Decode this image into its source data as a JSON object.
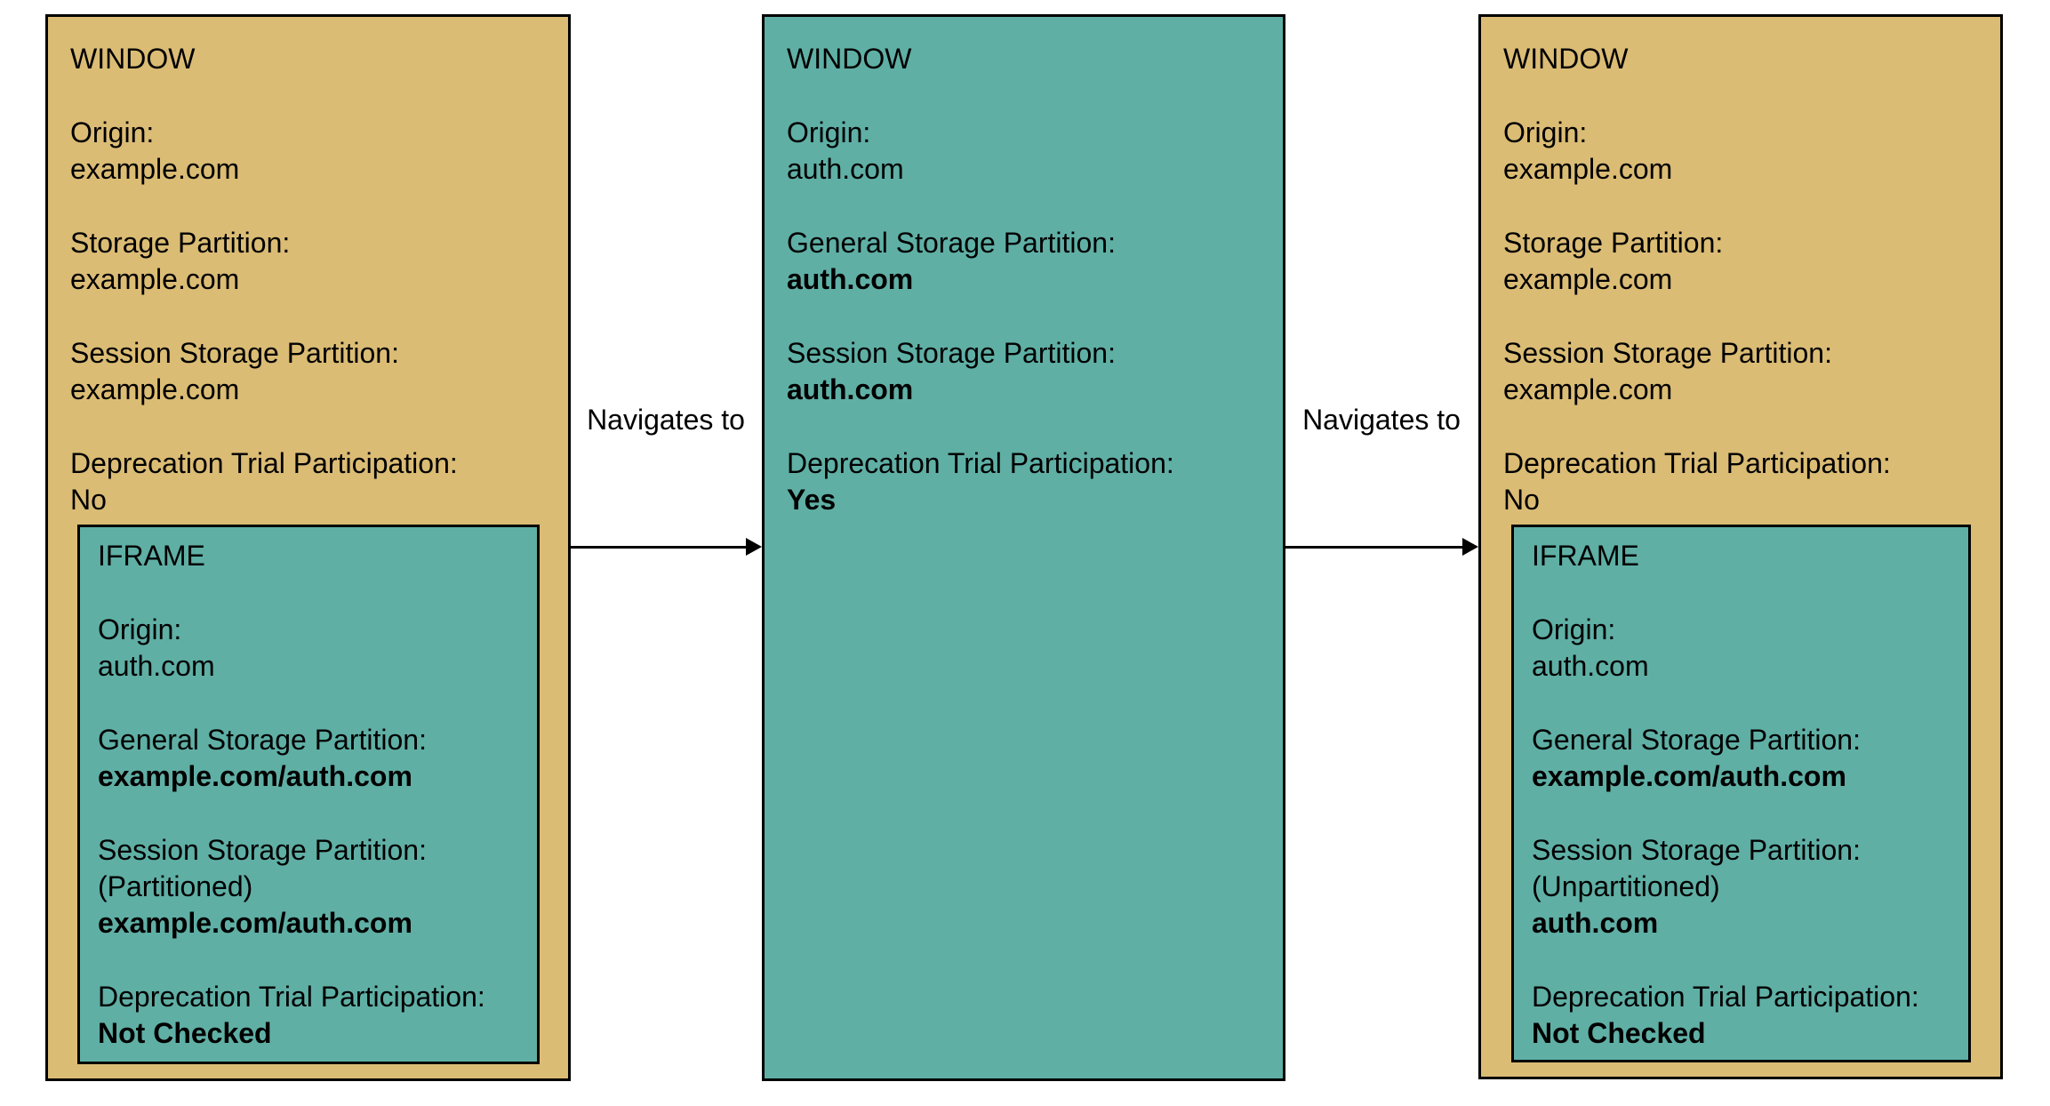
{
  "colors": {
    "window_tan": "#DBBC75",
    "iframe_teal": "#5FAFA5",
    "border": "#000000",
    "background": "#FFFFFF",
    "text": "#000000"
  },
  "arrow1": {
    "label": "Navigates to"
  },
  "arrow2": {
    "label": "Navigates to"
  },
  "window1": {
    "title": "WINDOW",
    "origin_label": "Origin:",
    "origin_value": "example.com",
    "storage_label": "Storage Partition:",
    "storage_value": "example.com",
    "session_label": "Session Storage Partition:",
    "session_value": "example.com",
    "trial_label": "Deprecation Trial Participation:",
    "trial_value": "No",
    "iframe": {
      "title": "IFRAME",
      "origin_label": "Origin:",
      "origin_value": "auth.com",
      "general_label": "General Storage Partition:",
      "general_value": "example.com/auth.com",
      "session_label": "Session Storage Partition:",
      "session_note": "(Partitioned)",
      "session_value": "example.com/auth.com",
      "trial_label": "Deprecation Trial Participation:",
      "trial_value": "Not Checked"
    }
  },
  "window2": {
    "title": "WINDOW",
    "origin_label": "Origin:",
    "origin_value": "auth.com",
    "general_label": "General Storage Partition:",
    "general_value": "auth.com",
    "session_label": "Session Storage Partition:",
    "session_value": "auth.com",
    "trial_label": "Deprecation Trial Participation:",
    "trial_value": "Yes"
  },
  "window3": {
    "title": "WINDOW",
    "origin_label": "Origin:",
    "origin_value": "example.com",
    "storage_label": "Storage Partition:",
    "storage_value": "example.com",
    "session_label": "Session Storage Partition:",
    "session_value": "example.com",
    "trial_label": "Deprecation Trial Participation:",
    "trial_value": "No",
    "iframe": {
      "title": "IFRAME",
      "origin_label": "Origin:",
      "origin_value": "auth.com",
      "general_label": "General Storage Partition:",
      "general_value": "example.com/auth.com",
      "session_label": "Session Storage Partition:",
      "session_note": "(Unpartitioned)",
      "session_value": "auth.com",
      "trial_label": "Deprecation Trial Participation:",
      "trial_value": "Not Checked"
    }
  }
}
